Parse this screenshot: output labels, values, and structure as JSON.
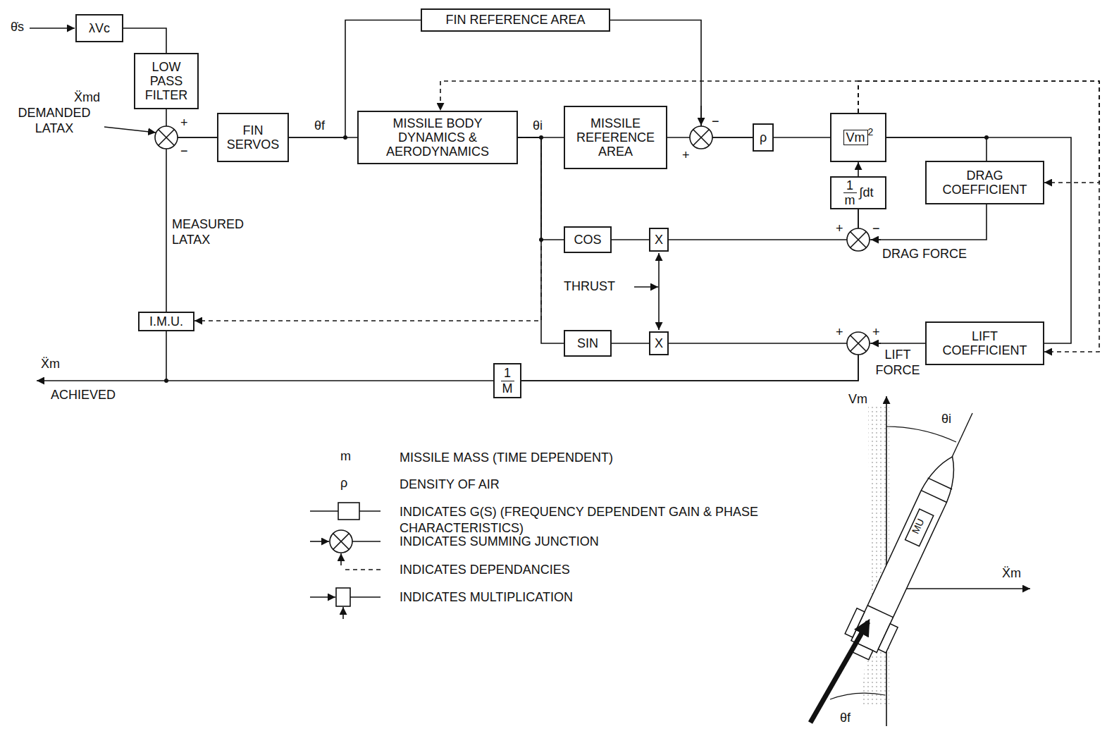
{
  "diagram": {
    "nodes": [
      {
        "text": [
          "λVc"
        ]
      },
      {
        "text": [
          "LOW PASS FILTER"
        ]
      },
      {
        "text": [
          "FIN SERVOS"
        ]
      },
      {
        "text": [
          "FIN REFERENCE AREA"
        ]
      },
      {
        "text": [
          "MISSILE BODY DYNAMICS & AERODYNAMICS"
        ]
      },
      {
        "text": [
          "MISSILE REFERENCE AREA"
        ]
      },
      {
        "text": [
          "ρ"
        ]
      },
      {
        "text": [
          "Vm",
          "2"
        ]
      },
      {
        "text": [
          "1",
          "m",
          "∫dt"
        ]
      },
      {
        "text": [
          "DRAG COEFFICIENT"
        ]
      },
      {
        "text": [
          "COS"
        ]
      },
      {
        "text": [
          "X"
        ]
      },
      {
        "text": [
          "SIN"
        ]
      },
      {
        "text": [
          "X"
        ]
      },
      {
        "text": [
          "LIFT COEFFICIENT"
        ]
      },
      {
        "text": [
          "I.M.U."
        ]
      },
      {
        "text": [
          "1",
          "M"
        ]
      }
    ],
    "edges": [
      {
        "from": 0,
        "to": 1,
        "arrow": "none"
      },
      {
        "from": 1,
        "to": 2,
        "arrow": "none"
      },
      {
        "from": 15,
        "to": 2,
        "arrow": "none"
      },
      {
        "from": 2,
        "to": 4,
        "arrow": "none"
      },
      {
        "from": 2,
        "to": 3,
        "arrow": "none"
      },
      {
        "from": 4,
        "to": 5,
        "arrow": "none"
      },
      {
        "from": 4,
        "to": 10,
        "arrow": "none"
      },
      {
        "from": 4,
        "to": 12,
        "arrow": "none"
      },
      {
        "from": 3,
        "to": 6,
        "arrow": "none"
      },
      {
        "from": 5,
        "to": 6,
        "arrow": "none"
      },
      {
        "from": 6,
        "to": 7,
        "arrow": "none"
      },
      {
        "from": 8,
        "to": 7,
        "arrow": "to"
      },
      {
        "from": 7,
        "to": 9,
        "arrow": "none"
      },
      {
        "from": 7,
        "to": 14,
        "arrow": "none"
      },
      {
        "from": 9,
        "to": 8,
        "arrow": "none"
      },
      {
        "from": 11,
        "to": 8,
        "arrow": "none"
      },
      {
        "from": 10,
        "to": 11,
        "arrow": "none"
      },
      {
        "from": 12,
        "to": 13,
        "arrow": "none"
      },
      {
        "from": 13,
        "to": 16,
        "arrow": "none"
      },
      {
        "from": 14,
        "to": 16,
        "arrow": "none"
      },
      {
        "from": 16,
        "to": 15,
        "arrow": "none"
      },
      {
        "from": 7,
        "to": 4,
        "arrow": "to"
      },
      {
        "from": 7,
        "to": 9,
        "arrow": "to"
      },
      {
        "from": 7,
        "to": 14,
        "arrow": "to"
      },
      {
        "from": 4,
        "to": 15,
        "arrow": "to"
      }
    ],
    "labels": [
      "θ̇s",
      "Ẍmd",
      "DEMANDED LATAX",
      "+",
      "−",
      "θf",
      "θi",
      "−",
      "+",
      "+",
      "−",
      "DRAG FORCE",
      "THRUST",
      "+",
      "+",
      "LIFT FORCE",
      "MEASURED LATAX",
      "Ẍm",
      "ACHIEVED",
      "Vm",
      "θi",
      "Ẍm",
      "θf",
      "MU",
      "m",
      "ρ"
    ],
    "legend": [
      {
        "text": "MISSILE MASS (TIME DEPENDENT)"
      },
      {
        "text": "DENSITY OF AIR"
      },
      {
        "text": "INDICATES G(S) (FREQUENCY DEPENDENT GAIN & PHASE CHARACTERISTICS)"
      },
      {
        "text": "INDICATES SUMMING JUNCTION"
      },
      {
        "text": "INDICATES DEPENDANCIES"
      },
      {
        "text": "INDICATES MULTIPLICATION"
      }
    ]
  }
}
